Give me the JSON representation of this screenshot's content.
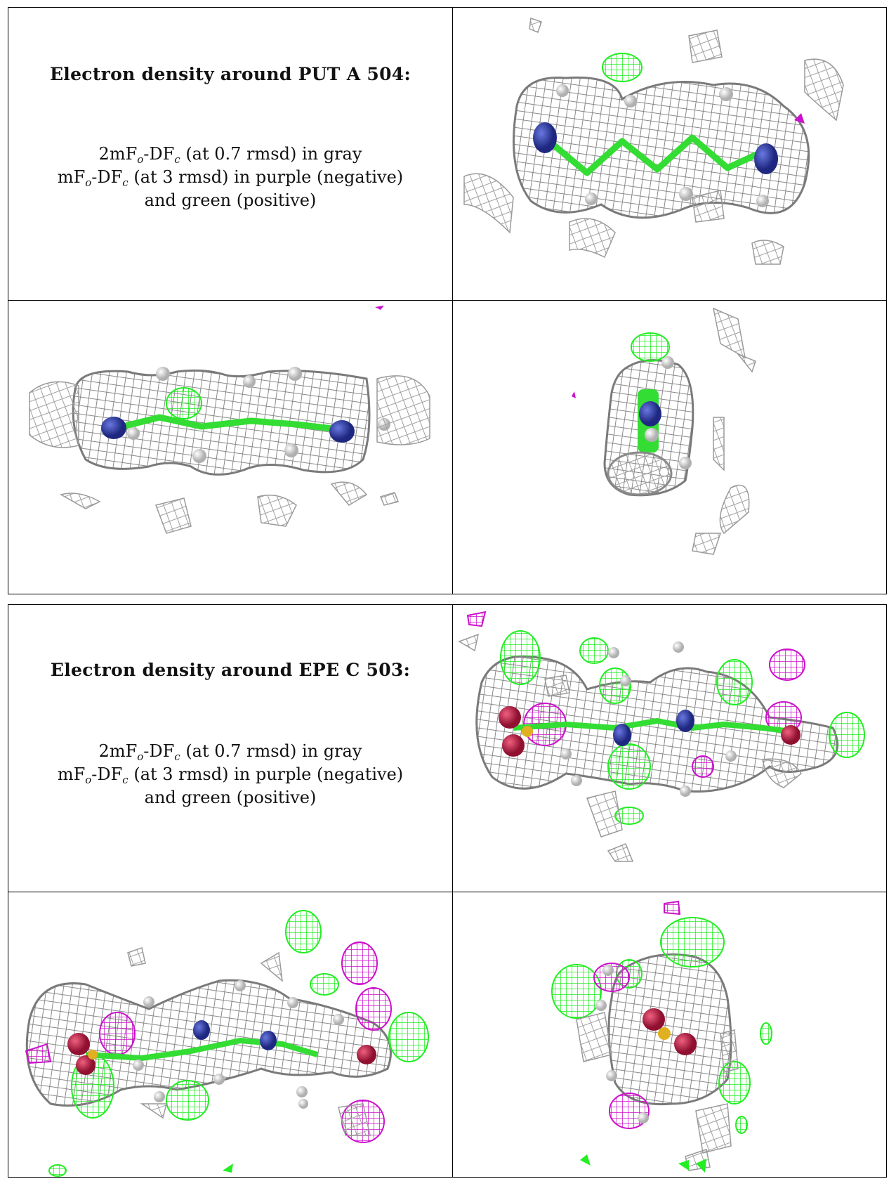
{
  "panels": [
    {
      "title": "Electron density around PUT A 504:",
      "line1": {
        "pre": "2mF",
        "s1": "o",
        "mid": "-DF",
        "s2": "c",
        "post": " (at 0.7 rmsd) in gray"
      },
      "line2": {
        "pre": "mF",
        "s1": "o",
        "mid": "-DF",
        "s2": "c",
        "post": " (at 3 rmsd) in purple (negative)"
      },
      "line3": "and green (positive)"
    },
    {
      "title": "Electron density around EPE C 503:",
      "line1": {
        "pre": "2mF",
        "s1": "o",
        "mid": "-DF",
        "s2": "c",
        "post": " (at 0.7 rmsd) in gray"
      },
      "line2": {
        "pre": "mF",
        "s1": "o",
        "mid": "-DF",
        "s2": "c",
        "post": " (at 3 rmsd) in purple (negative)"
      },
      "line3": "and green (positive)"
    }
  ],
  "colors": {
    "mesh_gray": "#8a8a8a",
    "mesh_green": "#22ee22",
    "mesh_purple": "#cc11cc",
    "nitrogen": "#3340b0",
    "oxygen": "#d0204a",
    "sulfur": "#e0b020",
    "hydrogen": "#e8e8e8"
  }
}
